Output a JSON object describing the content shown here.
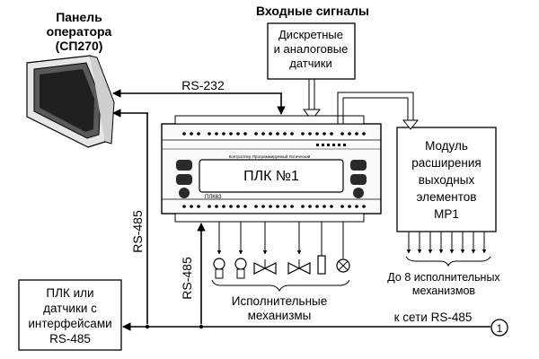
{
  "operator_panel": {
    "line1": "Панель",
    "line2": "оператора",
    "line3": "(СП270)"
  },
  "input_signals": {
    "title": "Входные сигналы",
    "sensors_box": [
      "Дискретные",
      "и аналоговые",
      "датчики"
    ]
  },
  "links": {
    "rs232": "RS-232",
    "rs485_left": "RS-485",
    "rs485_mid": "RS-485",
    "network": "к сети RS-485",
    "network_marker": "1"
  },
  "plc": {
    "label": "ПЛК №1",
    "model": "ПЛК63",
    "header_caption": "Контроллер Программируемый Логический"
  },
  "expansion_module": {
    "text": [
      "Модуль",
      "расширения",
      "выходных",
      "элементов",
      "МР1"
    ],
    "outputs_caption": [
      "До 8 исполнительных",
      "механизмов"
    ]
  },
  "actuators_caption": [
    "Исполнительные",
    "механизмы"
  ],
  "rs485_devices_box": [
    "ПЛК или",
    "датчики с",
    "интерфейсами",
    "RS-485"
  ]
}
